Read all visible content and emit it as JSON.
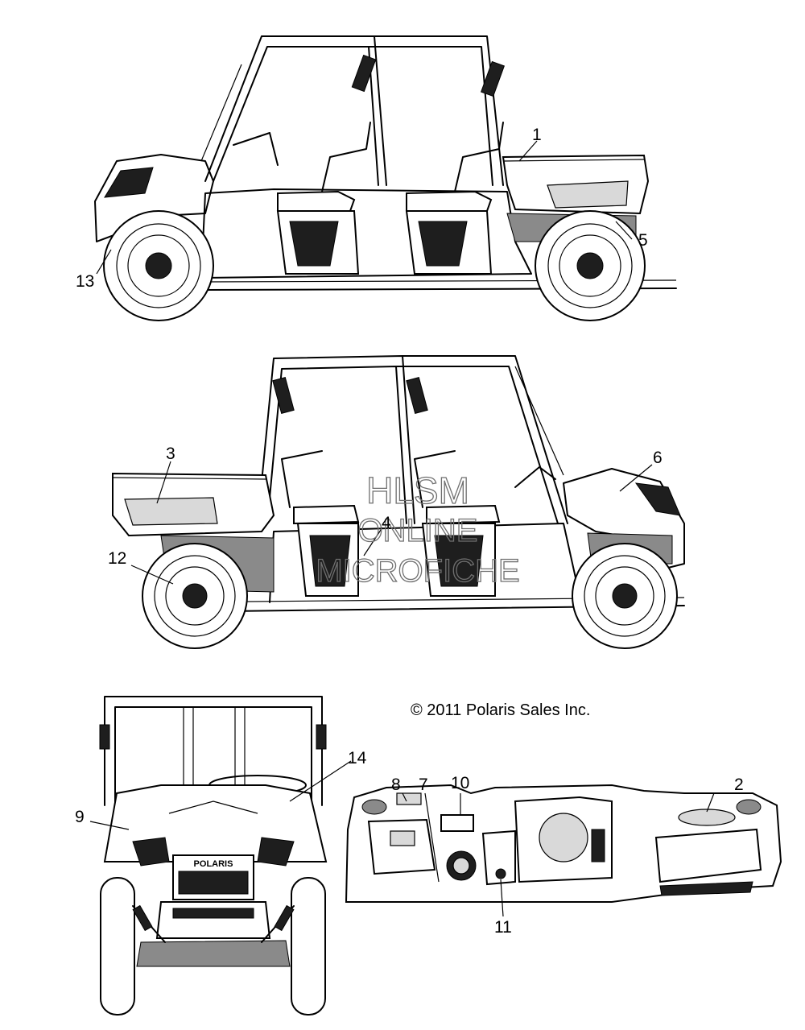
{
  "copyright": "© 2011 Polaris Sales Inc.",
  "watermark": {
    "line1": "HLSM",
    "line2": "ONLINE",
    "line3": "MICROFICHE"
  },
  "callouts": {
    "c1": "1",
    "c2": "2",
    "c3": "3",
    "c4": "4",
    "c5": "5",
    "c6": "6",
    "c7": "7",
    "c8": "8",
    "c9": "9",
    "c10": "10",
    "c11": "11",
    "c12": "12",
    "c13": "13",
    "c14": "14"
  },
  "views": {
    "top": "left-side-view",
    "middle": "right-side-view",
    "bottom_left": "front-view",
    "bottom_right": "dashboard-view"
  }
}
